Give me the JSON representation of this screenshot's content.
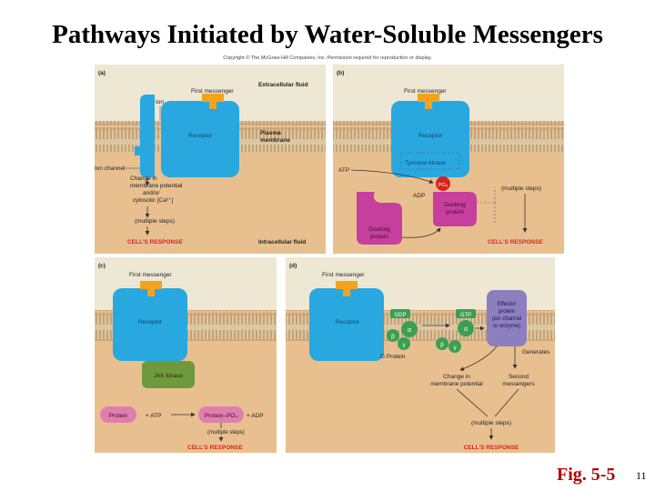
{
  "slide": {
    "title": "Pathways Initiated by Water-Soluble Messengers",
    "copyright": "Copyright © The McGraw-Hill Companies, Inc. Permission required for reproduction or display.",
    "figure_label": "Fig. 5-5",
    "page_number": "11"
  },
  "colors": {
    "extracellular": "#ede7d4",
    "intracellular": "#e8c08f",
    "membrane": "#dcc7a1",
    "receptor": "#29a8e0",
    "messenger": "#f5a21c",
    "docking": "#c73f9c",
    "jak": "#6f9a3b",
    "gprotein": "#3b9f52",
    "protein": "#e07fae",
    "response": "#d9231f"
  },
  "panels": {
    "a": {
      "letter": "(a)",
      "first_messenger": "First messenger",
      "extracellular_fluid": "Extracellular fluid",
      "ion": "Ion",
      "receptor": "Receptor",
      "plasma_membrane_1": "Plasma",
      "plasma_membrane_2": "membrane",
      "ion_channel": "Ion channel",
      "change_1": "Change in",
      "change_2": "membrane potential",
      "change_3": "and/or",
      "change_4": "cytosolic [Ca²⁺]",
      "multiple_steps": "(multiple steps)",
      "cells_response": "CELL'S RESPONSE",
      "intracellular_fluid": "Intracellular fluid"
    },
    "b": {
      "letter": "(b)",
      "first_messenger": "First messenger",
      "receptor": "Receptor",
      "tyrosine_kinase": "Tyrosine kinase",
      "atp": "ATP",
      "po4": "PO₄",
      "adp": "ADP",
      "docking_1": "Docking",
      "docking_2": "protein",
      "docking_b_1": "Docking",
      "docking_b_2": "protein",
      "multiple_steps": "(multiple steps)",
      "cells_response": "CELL'S RESPONSE"
    },
    "c": {
      "letter": "(c)",
      "first_messenger": "First messenger",
      "receptor": "Receptor",
      "jak_kinase": "JAK kinase",
      "protein": "Protein",
      "plus_atp": "+ ATP",
      "protein_po4": "Protein–PO₄",
      "plus_adp": "+ ADP",
      "multiple_steps": "(multiple steps)",
      "cells_response": "CELL'S RESPONSE"
    },
    "d": {
      "letter": "(d)",
      "first_messenger": "First messenger",
      "receptor": "Receptor",
      "gdp": "GDP",
      "gtp": "GTP",
      "alpha": "α",
      "beta": "β",
      "gamma": "γ",
      "g_protein": "G Protein",
      "effector_1": "Effector",
      "effector_2": "protein",
      "effector_3": "(ion channel",
      "effector_4": "or enzyme)",
      "generates": "Generates",
      "change_1": "Change in",
      "change_2": "membrane potential",
      "second_1": "Second",
      "second_2": "messengers",
      "multiple_steps": "(multiple steps)",
      "cells_response": "CELL'S RESPONSE"
    }
  }
}
